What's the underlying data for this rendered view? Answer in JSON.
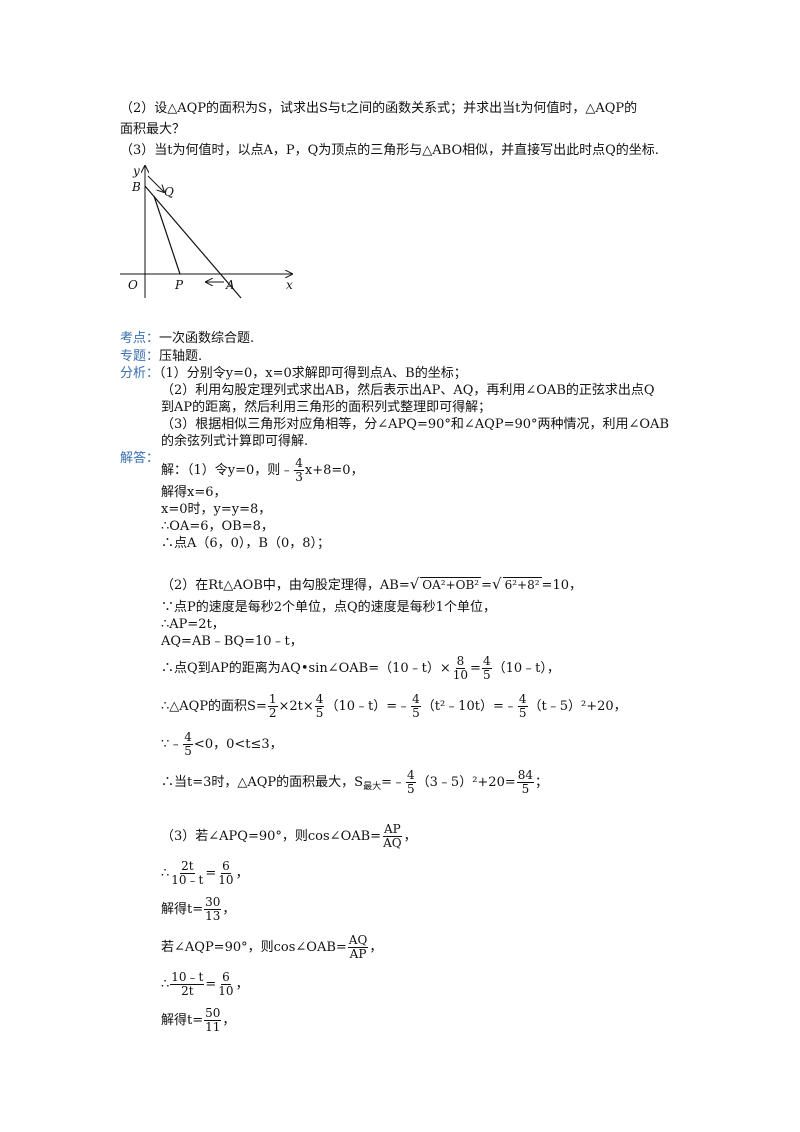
{
  "question": {
    "part2": "（2）设△AQP的面积为S，试求出S与t之间的函数关系式；并求出当t为何值时，△AQP的",
    "part2_cont": "面积最大？",
    "part3": "（3）当t为何值时，以点A，P，Q为顶点的三角形与△ABO相似，并直接写出此时点Q的坐标."
  },
  "figure": {
    "labels": {
      "y": "y",
      "b": "B",
      "q": "Q",
      "o": "O",
      "p": "P",
      "a": "A",
      "x": "x"
    }
  },
  "kaodian": {
    "label": "考点：",
    "text": "一次函数综合题."
  },
  "zhuanti": {
    "label": "专题：",
    "text": "压轴题."
  },
  "fenxi": {
    "label": "分析：",
    "l1": "（1）分别令y=0，x=0求解即可得到点A、B的坐标；",
    "l2": "（2）利用勾股定理列式求出AB，然后表示出AP、AQ，再利用∠OAB的正弦求出点Q",
    "l3": "到AP的距离，然后利用三角形的面积列式整理即可得解；",
    "l4": "（3）根据相似三角形对应角相等，分∠APQ=90°和∠AQP=90°两种情况，利用∠OAB",
    "l5": "的余弦列式计算即可得解."
  },
  "jieda": {
    "label": "解答：",
    "s1_pre": "解：（1）令y=0，则﹣",
    "s1_num": "4",
    "s1_den": "3",
    "s1_post": "x+8=0，",
    "s2": "解得x=6，",
    "s3": "x=0时，y=y=8，",
    "s4": "∴OA=6，OB=8，",
    "s5": "∴点A（6，0），B（0，8）；",
    "p2_pre": "（2）在Rt△AOB中，由勾股定理得，AB=",
    "p2_r1": "OA²+OB²",
    "p2_eq": "=",
    "p2_r2": "6²+8²",
    "p2_post": "=10，",
    "p2_l2": "∵点P的速度是每秒2个单位，点Q的速度是每秒1个单位，",
    "p2_l3": "∴AP=2t，",
    "p2_l4": "AQ=AB﹣BQ=10﹣t，",
    "p2_l5_pre": "∴点Q到AP的距离为AQ•sin∠OAB=（10﹣t）×",
    "p2_l5_n1": "8",
    "p2_l5_d1": "10",
    "p2_l5_eq": "=",
    "p2_l5_n2": "4",
    "p2_l5_d2": "5",
    "p2_l5_post": "（10﹣t），",
    "p2_l6_pre": "∴△AQP的面积S=",
    "p2_l6_n1": "1",
    "p2_l6_d1": "2",
    "p2_l6_mid1": "×2t×",
    "p2_l6_n2": "4",
    "p2_l6_d2": "5",
    "p2_l6_mid2": "（10﹣t）=﹣",
    "p2_l6_n3": "4",
    "p2_l6_d3": "5",
    "p2_l6_mid3": "（t²﹣10t）=﹣",
    "p2_l6_n4": "4",
    "p2_l6_d4": "5",
    "p2_l6_post": "（t﹣5）²+20，",
    "p2_l7_pre": "∵﹣",
    "p2_l7_n": "4",
    "p2_l7_d": "5",
    "p2_l7_post": "<0，0<t≤3，",
    "p2_l8_pre": "∴当t=3时，△AQP的面积最大，S",
    "p2_l8_sub": "最大",
    "p2_l8_mid": "=﹣",
    "p2_l8_n1": "4",
    "p2_l8_d1": "5",
    "p2_l8_mid2": "（3﹣5）²+20=",
    "p2_l8_n2": "84",
    "p2_l8_d2": "5",
    "p2_l8_post": "；",
    "p3_l1_pre": "（3）若∠APQ=90°，则cos∠OAB=",
    "p3_l1_n": "AP",
    "p3_l1_d": "AQ",
    "p3_l1_post": "，",
    "p3_l2_pre": "∴",
    "p3_l2_n1": "2t",
    "p3_l2_d1": "10﹣t",
    "p3_l2_eq": "=",
    "p3_l2_n2": "6",
    "p3_l2_d2": "10",
    "p3_l2_post": "，",
    "p3_l3_pre": "解得t=",
    "p3_l3_n": "30",
    "p3_l3_d": "13",
    "p3_l3_post": "，",
    "p3_l4_pre": "若∠AQP=90°，则cos∠OAB=",
    "p3_l4_n": "AQ",
    "p3_l4_d": "AP",
    "p3_l4_post": "，",
    "p3_l5_pre": "∴",
    "p3_l5_n1": "10﹣t",
    "p3_l5_d1": "2t",
    "p3_l5_eq": "=",
    "p3_l5_n2": "6",
    "p3_l5_d2": "10",
    "p3_l5_post": "，",
    "p3_l6_pre": "解得t=",
    "p3_l6_n": "50",
    "p3_l6_d": "11",
    "p3_l6_post": "，"
  }
}
